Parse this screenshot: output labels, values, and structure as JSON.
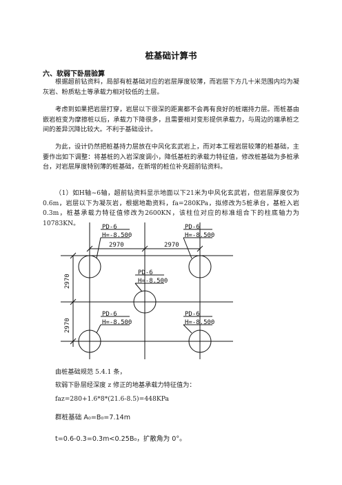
{
  "title": "桩基础计算书",
  "section_heading": "六、软弱下卧层验算",
  "paragraphs": [
    "根据超前钻资料，局部有桩基础对应的岩层厚度较薄，而岩层下方几十米范围内均为凝灰岩、粉质粘土等承载力相对较低的土层。",
    "考虑到如果把岩层打穿，岩层以下很深的距离都不会再有良好的桩端持力层。而桩基由嵌岩桩变为摩擦桩以后，承载力下降很多，且需要相对变形提供承载力，与周边的端承桩之间的差异沉降比较大。不利于基础设计。",
    "为此，设计仍然把桩基持力层放在中风化玄武岩上，而对本工程岩层较薄的桩基础，主要作出如下调整：将基桩的入岩深度调小，降低基桩的承载力特征值，修改桩基础为多桩承台，对岩层厚度特别薄的桩基础，在新增的桩位补充超前钻资料。",
    "（1）如H轴~6轴，超前钻资料显示地面以下21米为中风化玄武岩，但岩层厚度仅为0.6m，岩层以下为凝灰岩，根据地勘资料，fa=280KPa，拟修改为5桩承台，基桩入岩0.3m，桩基承载力特征值修改为2600KN，该柱位对应的标准组合下的柱底轴力为10783KN。"
  ],
  "drawing": {
    "pile_label": "PD-6",
    "pile_elevation": "H=-8.500",
    "spacing_label": "2970"
  },
  "lines": {
    "code_ref": "由桩基础规范 5.4.1 条，",
    "bearing_intro": "软弱下卧层经深度 z 修正的地基承载力特征值为：",
    "faz_formula": "faz=280+1.6*8*(21.6-8.5)=448KPa",
    "group_pile": "群桩基础 A₀=B₀=7.14m",
    "thickness": "t=0.6-0.3=0.3m<0.25B₀，扩散角为 0°。"
  }
}
